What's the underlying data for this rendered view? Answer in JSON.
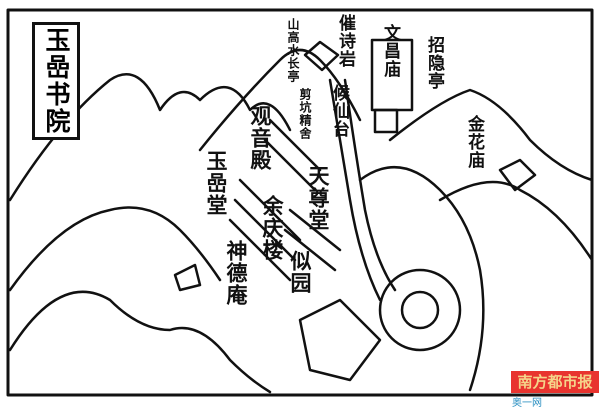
{
  "title": "玉嵒书院",
  "labels": {
    "shangaoshuichangting": "山高水长亭",
    "cuishiyan": "催诗岩",
    "wenchangmiao": "文昌庙",
    "zhaoyinting": "招隐亭",
    "houxiantai": "候仙台",
    "jingshe": "剪坑精舍",
    "guanyindian": "观音殿",
    "tianzuntang": "天尊堂",
    "yuyantang": "玉嵒堂",
    "yuqinglou": "余庆楼",
    "shendean": "神德庵",
    "siyuan": "似园",
    "jinhuamiao": "金花庙"
  },
  "logo": {
    "name": "南方都市报",
    "sub": "奥一网 oeeee.com"
  }
}
